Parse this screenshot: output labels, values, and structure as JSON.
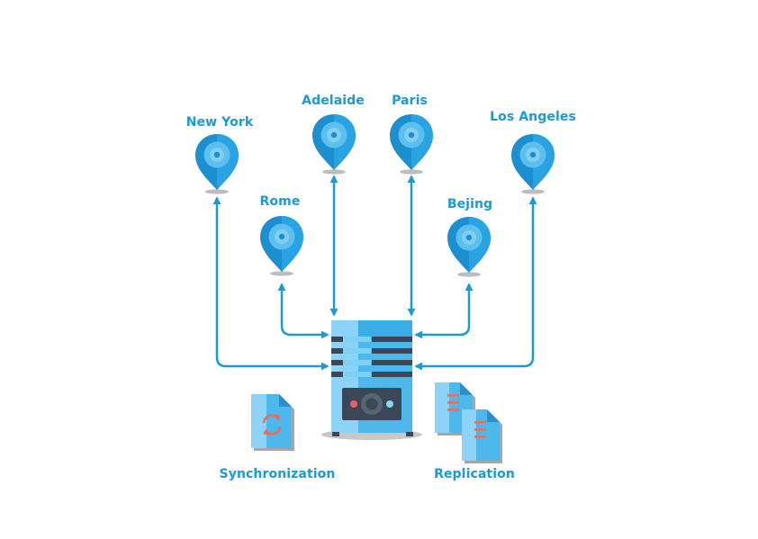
{
  "cities": [
    {
      "key": "new-york",
      "label": "New York"
    },
    {
      "key": "adelaide",
      "label": "Adelaide"
    },
    {
      "key": "paris",
      "label": "Paris"
    },
    {
      "key": "los-angeles",
      "label": "Los Angeles"
    },
    {
      "key": "rome",
      "label": "Rome"
    },
    {
      "key": "beijing",
      "label": "Bejing"
    }
  ],
  "captions": {
    "synchronization": "Synchronization",
    "replication": "Replication"
  },
  "colors": {
    "accent": "#1a9ad6",
    "pin_dark": "#1b8fcf",
    "pin_light": "#5cc0ee",
    "server_light": "#8dd3f7",
    "server_mid": "#4cb8ec",
    "server_dark": "#3b4756",
    "led_red": "#f06060",
    "led_cyan": "#7fdcf5",
    "doc_lines": "#ef6b5a"
  },
  "icons": {
    "pin": "map-pin-icon",
    "server": "server-icon",
    "sync": "sync-document-icon",
    "replication": "replicated-documents-icon"
  }
}
